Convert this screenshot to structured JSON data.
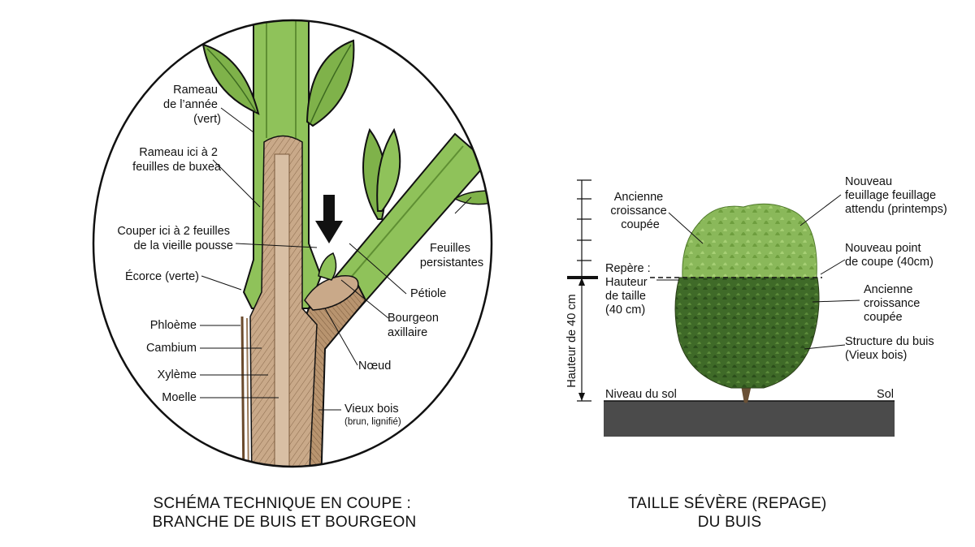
{
  "left_panel": {
    "caption": [
      "SCHÉMA TECHNIQUE EN COUPE :",
      "BRANCHE DE BUIS ET BOURGEON"
    ],
    "labels": {
      "rameau_annee": [
        "Rameau",
        "de l’année",
        "(vert)"
      ],
      "rameau_ici": [
        "Rameau ici à 2",
        "feuilles de buxea"
      ],
      "couper_ici": [
        "Couper ici à 2 feuilles",
        "de la vieille pousse"
      ],
      "ecorce": "Écorce (verte)",
      "phloeme": "Phloème",
      "cambium": "Cambium",
      "xyleme": "Xylème",
      "moelle": "Moelle",
      "feuilles_persistantes": [
        "Feuilles",
        "persistantes"
      ],
      "petiole": "Pétiole",
      "bourgeon": [
        "Bourgeon",
        "axillaire"
      ],
      "noeud": "Nœud",
      "vieux_bois": "Vieux bois",
      "vieux_bois_detail": "(brun, lignifié)"
    }
  },
  "right_panel": {
    "caption": [
      "TAILLE SÉVÈRE (REPAGE)",
      "DU BUIS"
    ],
    "labels": {
      "ancienne_haut": [
        "Ancienne",
        "croissance",
        "coupée"
      ],
      "nouveau_feuillage": [
        "Nouveau",
        "feuillage feuillage",
        "attendu (printemps)"
      ],
      "nouveau_point": [
        "Nouveau point",
        "de coupe (40cm)"
      ],
      "repere": [
        "Repère :",
        "Hauteur",
        "de taille",
        "(40 cm)"
      ],
      "ancienne_bas": [
        "Ancienne",
        "croissance",
        "coupée"
      ],
      "structure": [
        "Structure du buis",
        "(Vieux bois)"
      ],
      "hauteur_axis": "Hauteur de 40 cm",
      "niveau_sol": "Niveau du sol",
      "sol": "Sol"
    }
  },
  "colors": {
    "stem_green": "#8fc25a",
    "leaf_green": "#7fb24a",
    "wood_tan": "#c8a98a",
    "wood_dark": "#8a6a4c",
    "ground": "#4b4b4b"
  }
}
